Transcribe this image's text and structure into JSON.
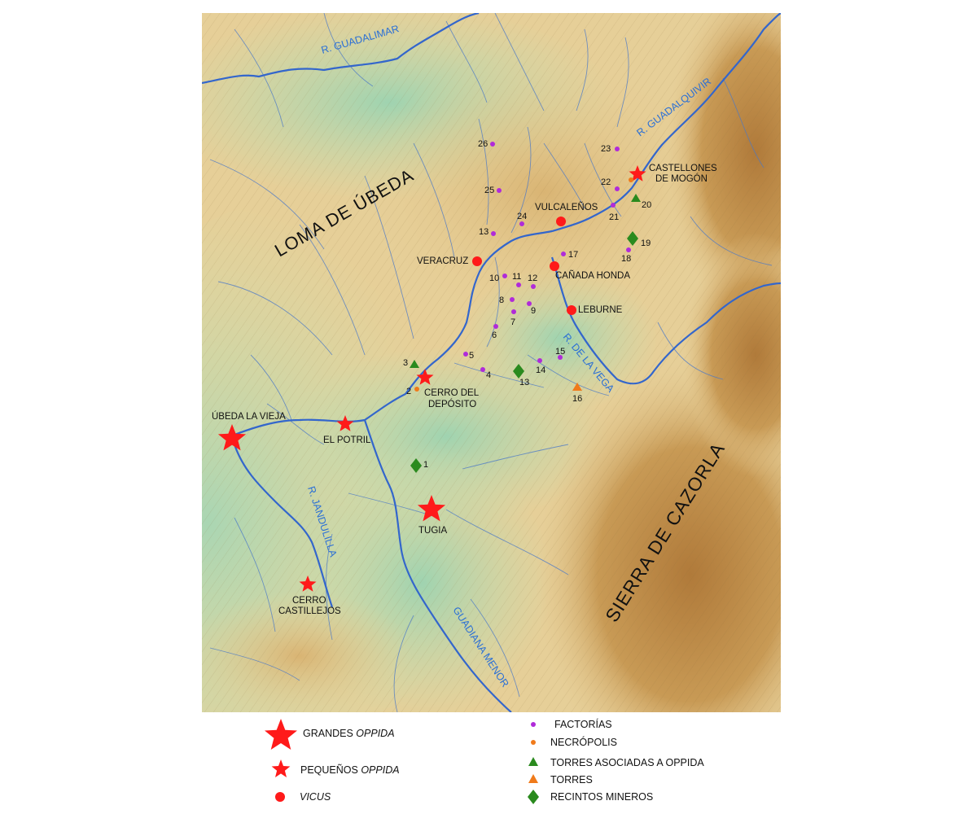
{
  "regions": {
    "loma": "LOMA DE ÚBEDA",
    "sierra": "SIERRA DE CAZORLA"
  },
  "rivers": {
    "guadalimar": "R. GUADALIMAR",
    "guadalquivir": "R. GUADALQUIVIR",
    "vega": "R. DE LA VEGA",
    "jandulilla": "R. JANDULILLA",
    "guadiana": "GUADIANA MENOR"
  },
  "sites": {
    "ubeda": "ÚBEDA LA VIEJA",
    "tugia": "TUGIA",
    "castellones1": "CASTELLONES",
    "castellones2": "DE MOGÓN",
    "cerro_deposito1": "CERRO DEL",
    "cerro_deposito2": "DEPÓSITO",
    "potril": "EL POTRIL",
    "castillejos1": "CERRO",
    "castillejos2": "CASTILLEJOS",
    "vulcalenos": "VULCALEÑOS",
    "veracruz": "VERACRUZ",
    "canada": "CAÑADA HONDA",
    "leburne": "LEBURNE"
  },
  "numbers": {
    "n1": "1",
    "n2": "2",
    "n3": "3",
    "n4": "4",
    "n5": "5",
    "n6": "6",
    "n7": "7",
    "n8": "8",
    "n9": "9",
    "n10": "10",
    "n11": "11",
    "n12": "12",
    "n13a": "13",
    "n13b": "13",
    "n14": "14",
    "n15": "15",
    "n16": "16",
    "n17": "17",
    "n18": "18",
    "n19": "19",
    "n20": "20",
    "n21": "21",
    "n22": "22",
    "n23": "23",
    "n24": "24",
    "n25": "25",
    "n26": "26"
  },
  "legend": {
    "grandes": "GRANDES ",
    "grandes_it": "OPPIDA",
    "pequenos": "PEQUEÑOS ",
    "pequenos_it": "OPPIDA",
    "vicus": "VICUS",
    "factorias": "FACTORÍAS",
    "necropolis": "NECRÓPOLIS",
    "torres_oppida": "TORRES ASOCIADAS A OPPIDA",
    "torres": "TORRES",
    "recintos": "RECINTOS MINEROS"
  },
  "colors": {
    "oppida": "#ff1a1a",
    "factoria": "#b02bd9",
    "necropolis": "#f07a1a",
    "torre_oppida": "#2a8a1e",
    "torre": "#f07a1a",
    "recinto": "#2a8a1e",
    "river": "#3366cc",
    "river_label": "#2a6fd6"
  }
}
